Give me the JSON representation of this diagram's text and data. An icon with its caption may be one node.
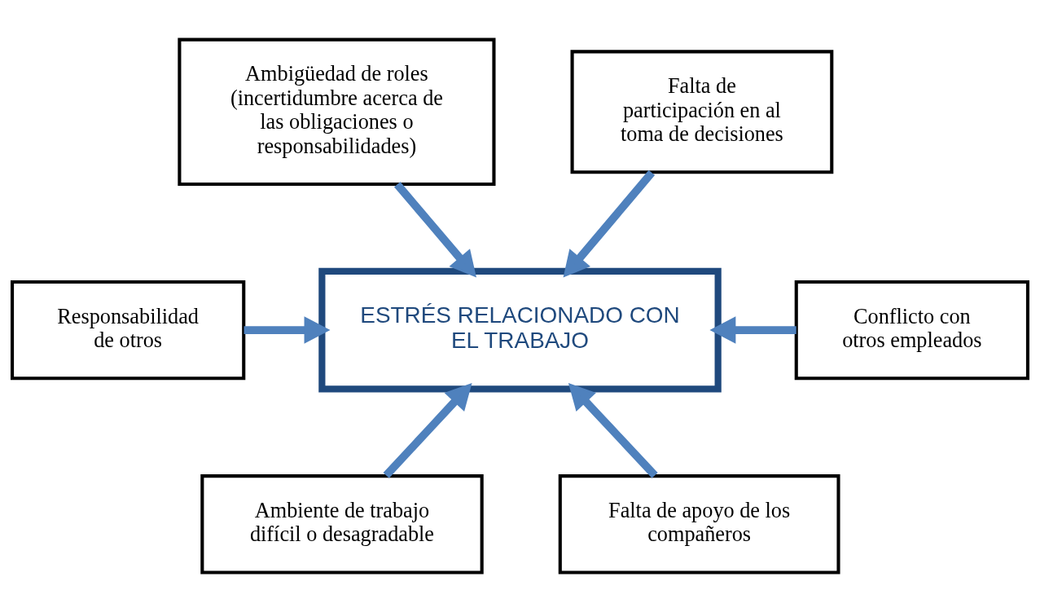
{
  "diagram": {
    "nodes": [
      {
        "text": [
          "Ambigüedad de roles (incertidumbre acerca de las obligaciones o responsabilidades)"
        ]
      },
      {
        "text": [
          "Falta de participación en al toma de decisiones"
        ]
      },
      {
        "text": [
          "Responsabilidad de otros"
        ]
      },
      {
        "text": [
          "ESTRÉS RELACIONADO CON EL TRABAJO"
        ]
      },
      {
        "text": [
          "Conflicto con otros empleados"
        ]
      },
      {
        "text": [
          "Ambiente de trabajo difícil o desagradable"
        ]
      },
      {
        "text": [
          "Falta de apoyo de los compañeros"
        ]
      }
    ],
    "edges": [
      {
        "from": 0,
        "to": 3,
        "arrow": "to"
      },
      {
        "from": 1,
        "to": 3,
        "arrow": "to"
      },
      {
        "from": 2,
        "to": 3,
        "arrow": "to"
      },
      {
        "from": 4,
        "to": 3,
        "arrow": "to"
      },
      {
        "from": 5,
        "to": 3,
        "arrow": "to"
      },
      {
        "from": 6,
        "to": 3,
        "arrow": "to"
      }
    ]
  }
}
